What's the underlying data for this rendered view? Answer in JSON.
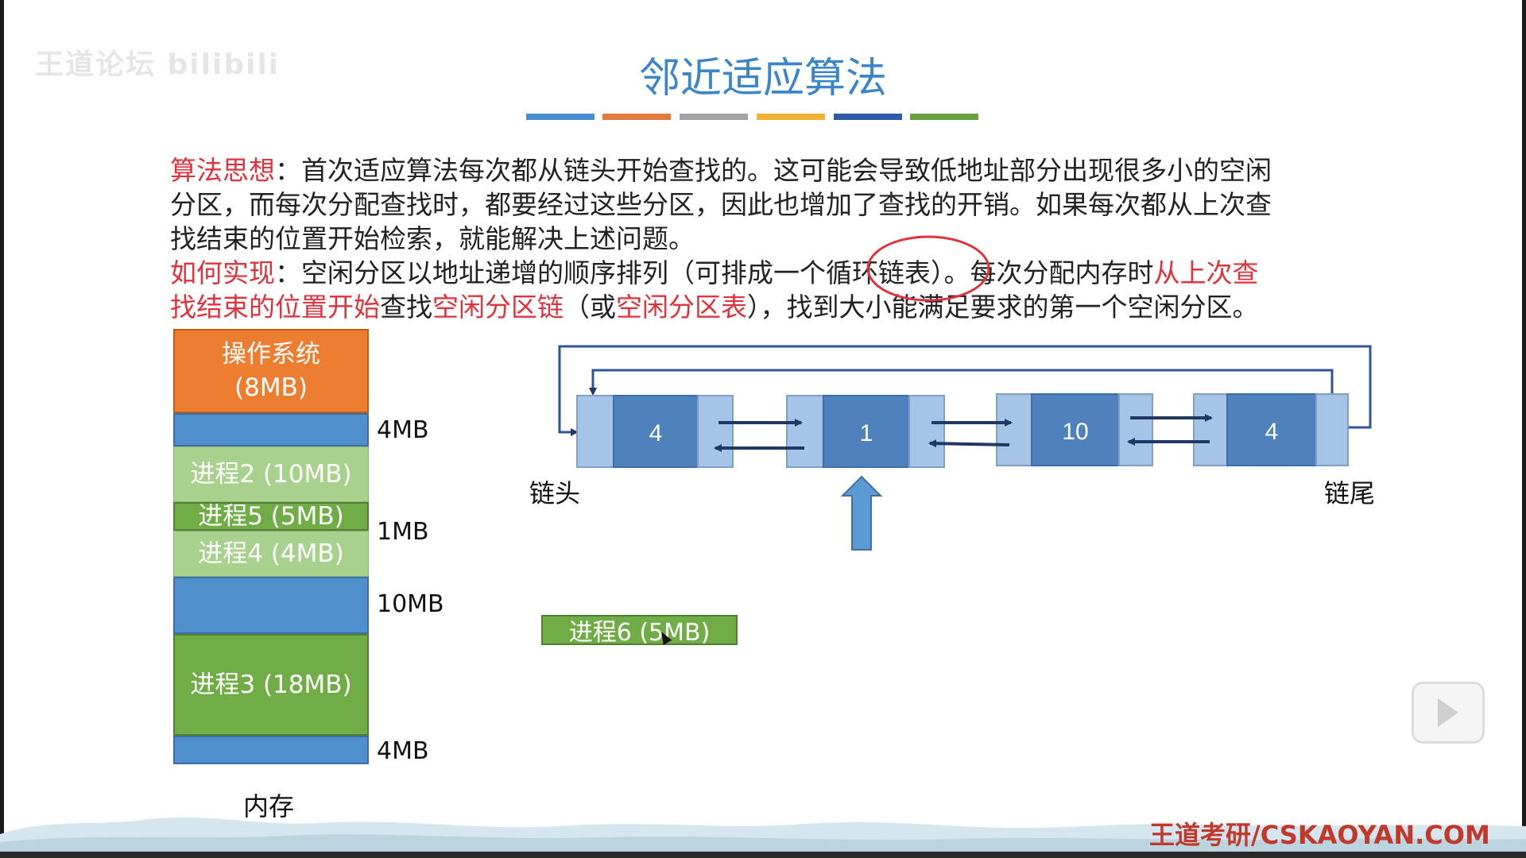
{
  "watermark": "王道论坛 bilibili",
  "title": "邻近适应算法",
  "deco_colors": [
    "#4a8fcd",
    "#e07a3e",
    "#a3a3a3",
    "#f2b234",
    "#2f5aa8",
    "#6aa03e"
  ],
  "idea": {
    "label": "算法思想",
    "line1": "：首次适应算法每次都从链头开始查找的。这可能会导致低地址部分出现很多小的空闲",
    "line2": "分区，而每次分配查找时，都要经过这些分区，因此也增加了查找的开销。如果每次都从上次查",
    "line3": "找结束的位置开始检索，就能解决上述问题。"
  },
  "impl": {
    "label": "如何实现",
    "a": "：空闲分区以地址递增的顺序排列（可排成一个",
    "circled": "循环链表",
    "b": "）。每次分配内存时",
    "c": "从上次查",
    "d": "找结束的位置开始",
    "e": "查找",
    "f": "空闲分区链",
    "g": "（或",
    "h": "空闲分区表",
    "i": "），找到大小能满足要求的第一个空闲分区。"
  },
  "memory": {
    "caption": "内存",
    "os_line1": "操作系统",
    "os_line2": "(8MB)",
    "p2": "进程2 (10MB)",
    "p5": "进程5 (5MB)",
    "p4": "进程4 (4MB)",
    "p3": "进程3 (18MB)",
    "free_labels": [
      "4MB",
      "1MB",
      "10MB",
      "4MB"
    ]
  },
  "list": {
    "nodes": [
      "4",
      "1",
      "10",
      "4"
    ],
    "head": "链头",
    "tail": "链尾"
  },
  "new_process": "进程6 (5MB)",
  "footer": "王道考研/CSKAOYAN.COM"
}
